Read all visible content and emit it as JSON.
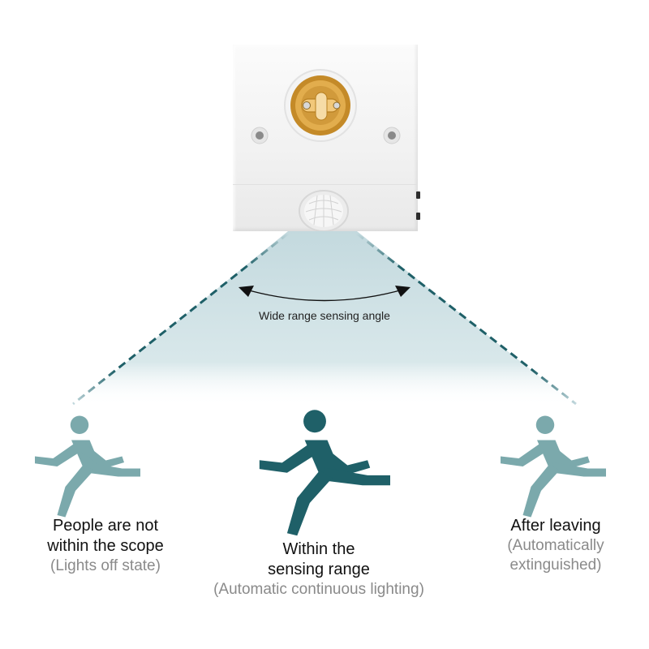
{
  "angle_label": "Wide range sensing angle",
  "left": {
    "title_line1": "People are not",
    "title_line2": "within the scope",
    "note": "(Lights off state)"
  },
  "center": {
    "title_line1": "Within the",
    "title_line2": "sensing range",
    "note": "(Automatic continuous lighting)"
  },
  "right": {
    "title_line1": "After leaving",
    "note_line1": "(Automatically",
    "note_line2": "extinguished)"
  },
  "colors": {
    "teal": "#1f6068",
    "teal_light": "#6aa0a3",
    "beam": "#c3d9de"
  }
}
